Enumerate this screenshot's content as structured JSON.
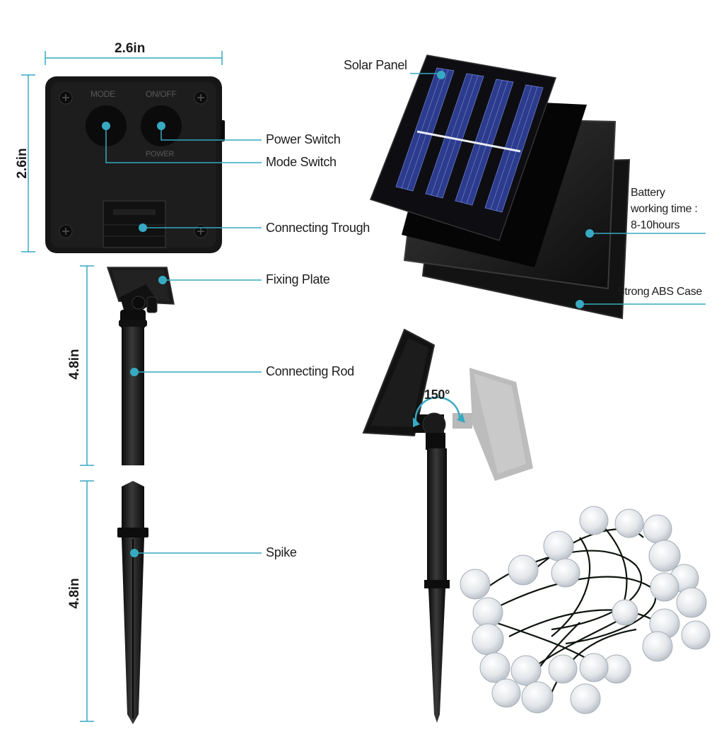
{
  "colors": {
    "accent": "#37a9c2",
    "device": "#151515",
    "panel_cell": "#2c3b8c",
    "background": "#ffffff"
  },
  "dimensions": {
    "box_width": "2.6in",
    "box_height": "2.6in",
    "rod_height": "4.8in",
    "spike_height": "4.8in"
  },
  "controller_box": {
    "mode_text": "MODE",
    "onoff_text": "ON/OFF",
    "power_text": "POWER"
  },
  "callouts": {
    "power_switch": "Power Switch",
    "mode_switch": "Mode Switch",
    "connecting_trough": "Connecting Trough",
    "fixing_plate": "Fixing Plate",
    "connecting_rod": "Connecting Rod",
    "spike": "Spike",
    "solar_panel": "Solar Panel",
    "battery_line1": "Battery",
    "battery_line2": "working time :",
    "battery_line3": "8-10hours",
    "abs_case": "Strong ABS Case"
  },
  "rotation": {
    "angle": "150°"
  }
}
